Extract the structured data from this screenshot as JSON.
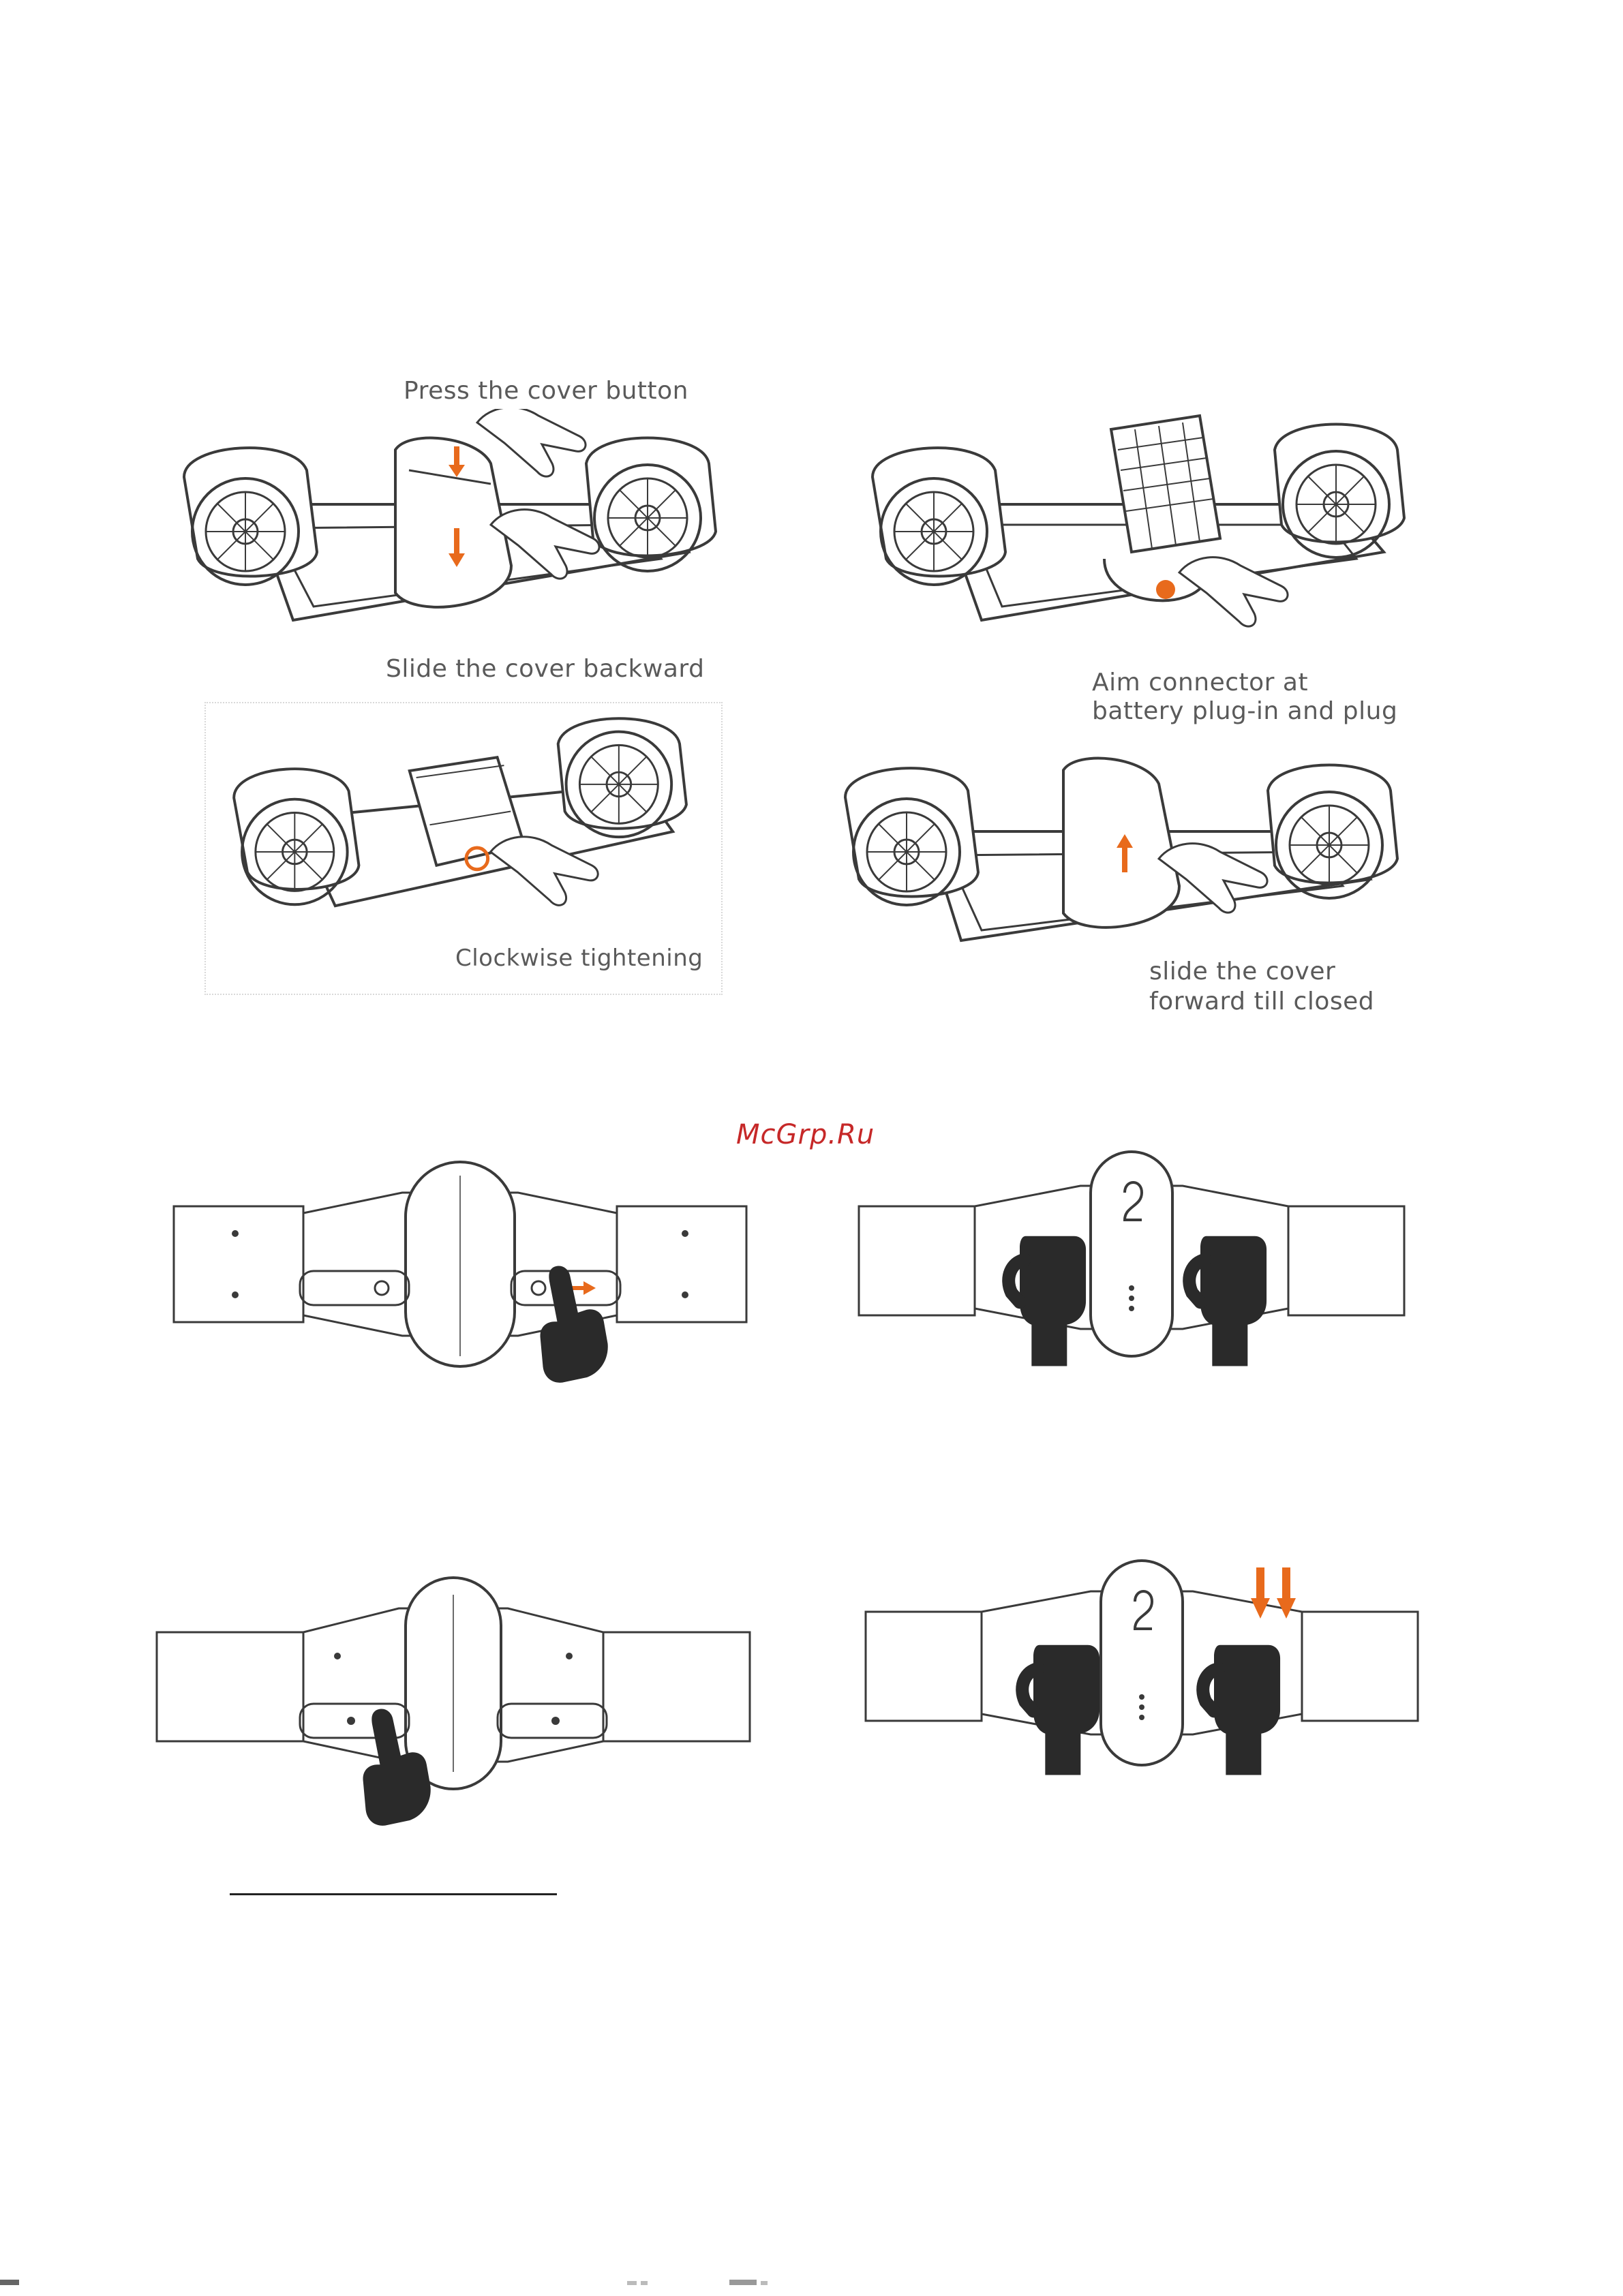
{
  "captions": {
    "press_cover_button": "Press the cover button",
    "slide_cover_backward": "Slide the cover backward",
    "aim_connector_line1": "Aim connector at",
    "aim_connector_line2": "battery plug-in and plug",
    "clockwise_tightening": "Clockwise tightening",
    "slide_forward_line1": "slide the cover",
    "slide_forward_line2": "forward till closed"
  },
  "watermark": "McGrp.Ru",
  "colors": {
    "line": "#3a3a3a",
    "accent": "#e86a1c",
    "hand_fill": "#2a2a2a",
    "watermark": "#c62828"
  },
  "icons": [
    "scooter-illustration",
    "hand-icon",
    "orange-arrow-icon"
  ]
}
